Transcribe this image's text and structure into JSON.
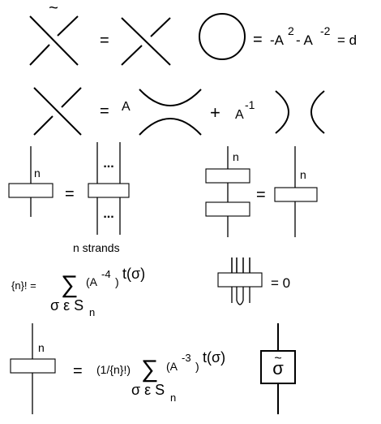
{
  "row1": {
    "tilde": "~",
    "equals_1": "=",
    "equals_2": "=",
    "loop_value": "-A",
    "exp_2": "2",
    "minus": "- A",
    "exp_neg2": "-2",
    "equals_d": "= d"
  },
  "row2": {
    "equals": "=",
    "coef_a": "A",
    "plus": "+",
    "coef_a_inv": "A",
    "exp_neg1": "-1"
  },
  "row3": {
    "label_n_left": "n",
    "equals_left": "=",
    "dots_top": "...",
    "dots_bottom": "...",
    "caption": "n strands",
    "label_n_stack": "n",
    "equals_right": "=",
    "label_n_right": "n"
  },
  "row4": {
    "factorial_lhs": "{n}! =",
    "sigma_sym": "∑",
    "term_base": "(A",
    "term_exp": "-4",
    "term_close": ")",
    "t_of": "t(σ)",
    "sum_index": "σ ε S",
    "sum_index_sub": "n",
    "equals_zero": "= 0"
  },
  "row5": {
    "label_n": "n",
    "equals": "=",
    "coeff": "(1/{n}!)",
    "sigma_sym": "∑",
    "term_base": "(A",
    "term_exp": "-3",
    "term_close": ")",
    "t_of": "t(σ)",
    "sum_index": "σ ε S",
    "sum_index_sub": "n",
    "box_sigma": "σ",
    "box_tilde": "~"
  }
}
